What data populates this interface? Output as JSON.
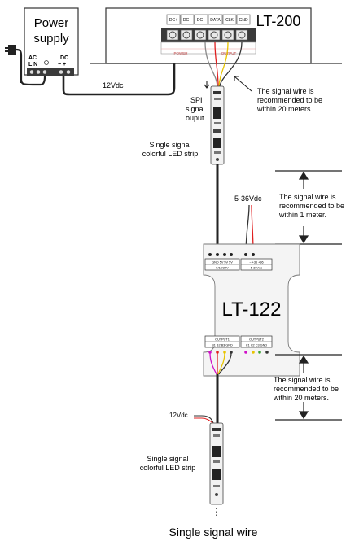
{
  "power_supply": {
    "title_line1": "Power",
    "title_line2": "supply",
    "ac_label": "AC",
    "ac_terms": "L N",
    "dc_label": "DC",
    "dc_terms": "− +"
  },
  "controller_top": {
    "name": "LT-200",
    "terminals": [
      "DC+",
      "DC+",
      "DC+",
      "DATA",
      "CLK",
      "GND"
    ],
    "power_label": "POWER",
    "output_label": "OUTPUT"
  },
  "wire_12vdc_label": "12Vdc",
  "spi_label_line1": "SPI",
  "spi_label_line2": "signal",
  "spi_label_line3": "ouput",
  "strip_top_label_line1": "Single signal",
  "strip_top_label_line2": "colorful LED strip",
  "note_20m_top": {
    "line1": "The signal wire is",
    "line2": "recommended to be",
    "line3": "within 20 meters."
  },
  "voltage_label": "5-36Vdc",
  "note_1m": {
    "line1": "The signal wire is",
    "line2": "recommended to be",
    "line3": "within 1 meter."
  },
  "amplifier": {
    "name": "LT-122",
    "input_terms": "GND 5V 5V 5V",
    "input_label": "5/12/24V",
    "power_terms": "−  +36    +36",
    "power_label": "5-36Vdc",
    "out1_label": "OUTPUT1",
    "out1_terms": "B1  B2  B3  GND",
    "out2_label": "OUTPUT2",
    "out2_terms": "C1  C2  C3  GND"
  },
  "note_20m_bottom": {
    "line1": "The signal wire is",
    "line2": "recommended to be",
    "line3": "within 20 meters."
  },
  "wire_12vdc_bottom_label": "12Vdc",
  "strip_bottom_label_line1": "Single signal",
  "strip_bottom_label_line2": "colorful LED strip",
  "ellipsis": "⋮",
  "caption": "Single signal wire",
  "colors": {
    "outline": "#333333",
    "wire_red": "#e02020",
    "wire_yellow": "#e8c400",
    "wire_green": "#3aa335",
    "wire_magenta": "#d010c8",
    "strip_fill": "#f2f2f2",
    "terminal_fill": "#3a3a3a"
  }
}
